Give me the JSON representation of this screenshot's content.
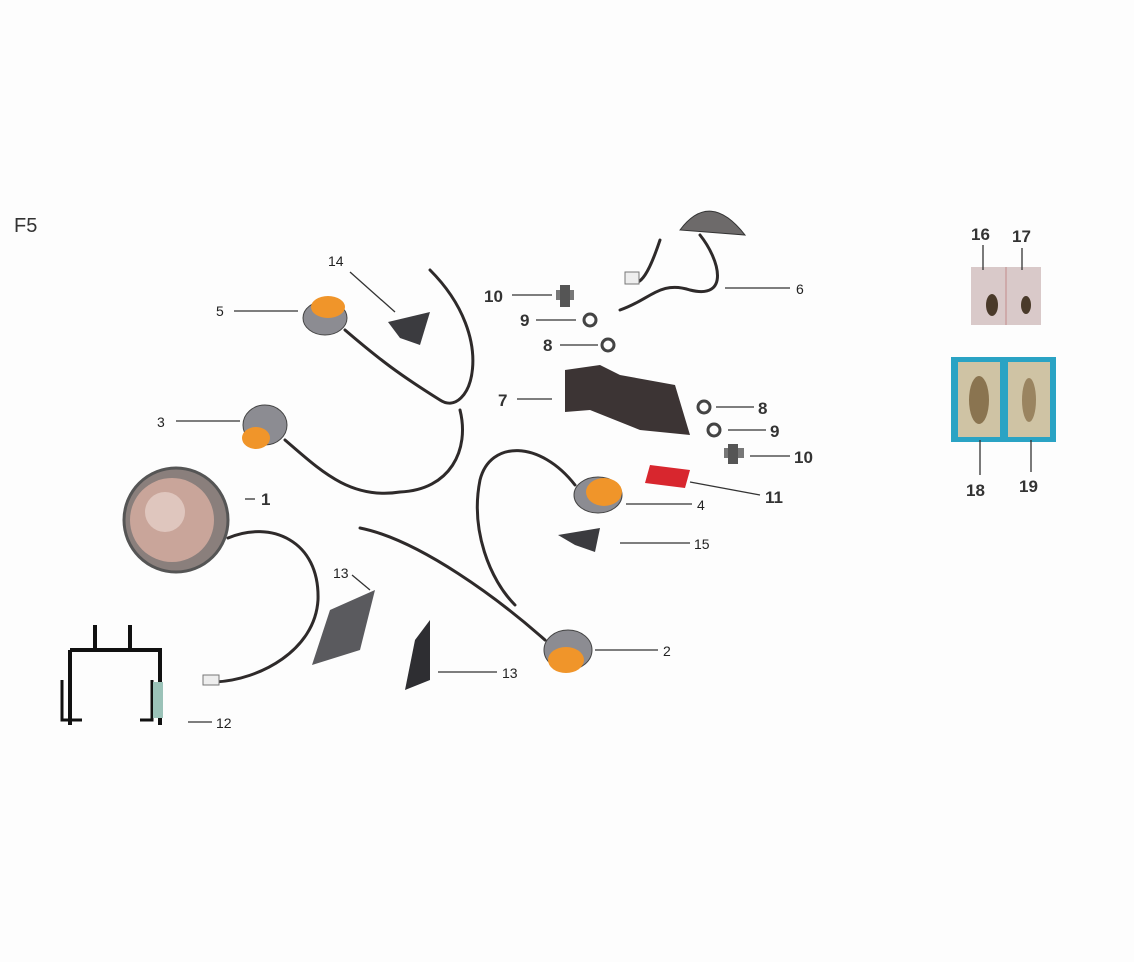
{
  "diagram": {
    "section_code": "F5",
    "callouts": {
      "c1": "1",
      "c2": "2",
      "c3": "3",
      "c4": "4",
      "c5": "5",
      "c6": "6",
      "c7": "7",
      "c8a": "8",
      "c8b": "8",
      "c9a": "9",
      "c9b": "9",
      "c10a": "10",
      "c10b": "10",
      "c11": "11",
      "c12": "12",
      "c13a": "13",
      "c13b": "13",
      "c14": "14",
      "c15": "15",
      "c16": "16",
      "c17": "17",
      "c18": "18",
      "c19": "19"
    },
    "colors": {
      "turn_signal_lens": "#f0952a",
      "reflector": "#d8262e",
      "bulb_panel_border": "#2aa3c4"
    }
  }
}
